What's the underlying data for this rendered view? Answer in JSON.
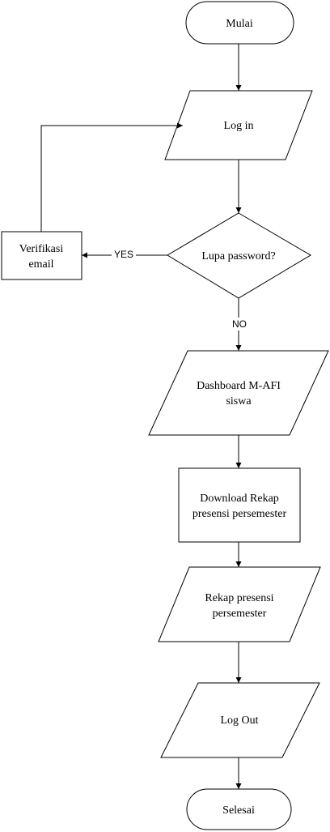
{
  "flowchart": {
    "start": "Mulai",
    "login": "Log in",
    "decision": "Lupa password?",
    "verify": [
      "Verifikasi",
      "email"
    ],
    "yes_label": "YES",
    "no_label": "NO",
    "dashboard": [
      "Dashboard M-AFI",
      "siswa"
    ],
    "download": [
      "Download Rekap",
      "presensi persemester"
    ],
    "rekap": [
      "Rekap presensi",
      "persemester"
    ],
    "logout": "Log Out",
    "end": "Selesai"
  }
}
